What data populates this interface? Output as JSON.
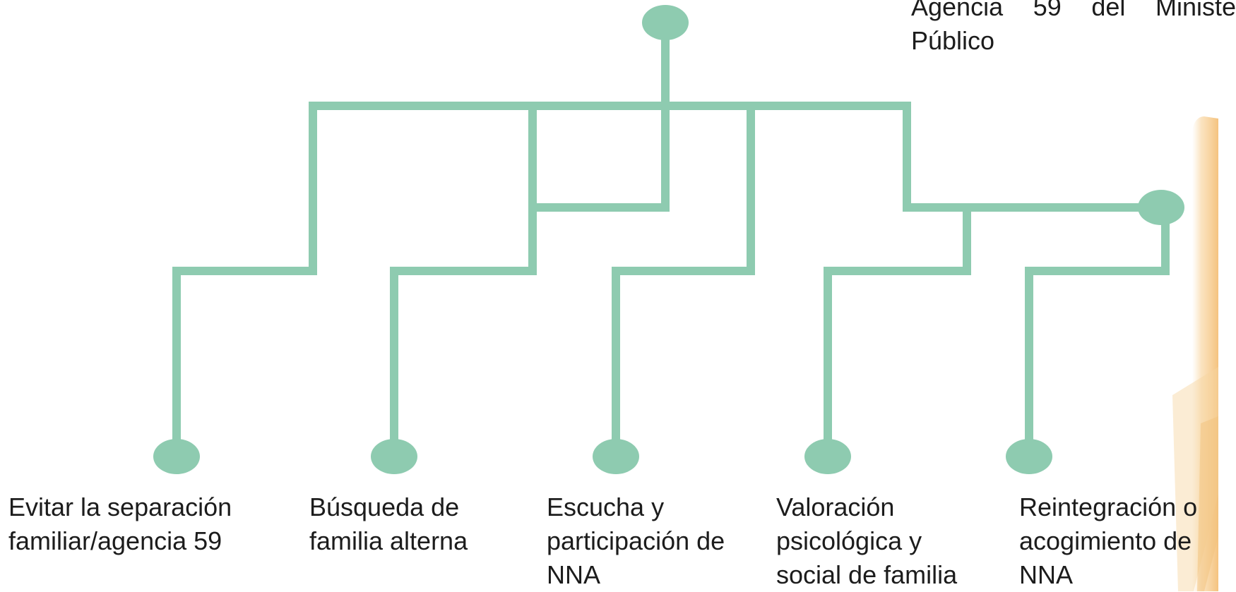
{
  "colors": {
    "connector": "#8ecbb0",
    "text": "#1c1c1c",
    "background_accent": "#f6c27a"
  },
  "top_note": {
    "line1": "Agencia 59 del Ministe",
    "line2": "Público"
  },
  "branches": [
    {
      "label": "Evitar la separación\nfamiliar/agencia 59"
    },
    {
      "label": "Búsqueda de\nfamilia alterna"
    },
    {
      "label": "Escucha y\nparticipación de\nNNA"
    },
    {
      "label": "Valoración\npsicológica y\nsocial de familia"
    },
    {
      "label": "Reintegración o\nacogimiento de\nNNA"
    }
  ]
}
